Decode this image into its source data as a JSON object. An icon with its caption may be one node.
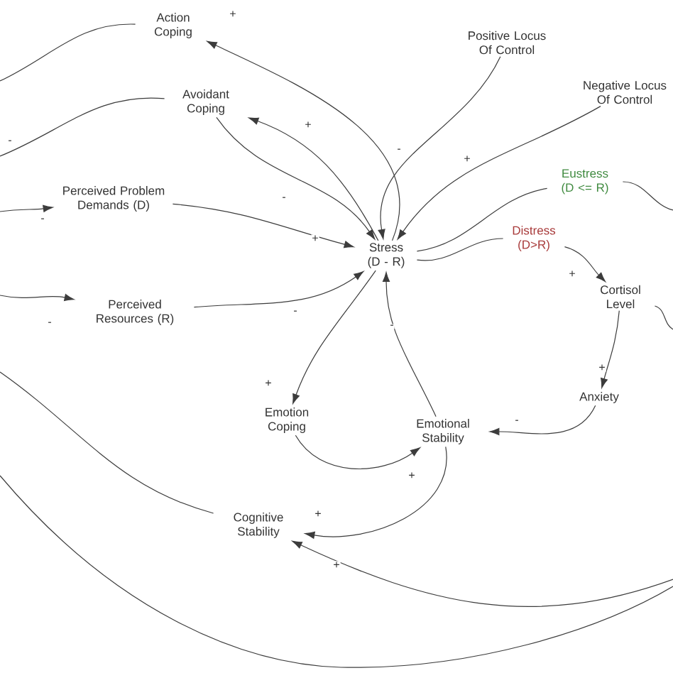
{
  "diagram": {
    "nodes": [
      {
        "text": [
          "Action Coping"
        ]
      },
      {
        "text": [
          "Avoidant Coping"
        ]
      },
      {
        "text": [
          "Positive Locus Of Control"
        ]
      },
      {
        "text": [
          "Negative Locus Of Control"
        ]
      },
      {
        "text": [
          "Perceived Problem Demands (D)"
        ]
      },
      {
        "text": [
          "Eustress (D <= R)"
        ]
      },
      {
        "text": [
          "Stress (D - R)"
        ]
      },
      {
        "text": [
          "Distress (D>R)"
        ]
      },
      {
        "text": [
          "Perceived Resources (R)"
        ]
      },
      {
        "text": [
          "Cortisol Level"
        ]
      },
      {
        "text": [
          "Emotion Coping"
        ]
      },
      {
        "text": [
          "Anxiety"
        ]
      },
      {
        "text": [
          "Emotional Stability"
        ]
      },
      {
        "text": [
          "Cognitive Stability"
        ]
      }
    ],
    "edges": [
      {
        "from": 6,
        "to": 0,
        "arrow": "to",
        "label": "+"
      },
      {
        "from": 6,
        "to": 1,
        "arrow": "to",
        "label": "+"
      },
      {
        "from": 1,
        "to": 6,
        "arrow": "to",
        "label": "-"
      },
      {
        "from": 0,
        "to": null,
        "arrow": "none"
      },
      {
        "from": 1,
        "to": null,
        "arrow": "none",
        "label": "-"
      },
      {
        "from": null,
        "to": 4,
        "arrow": "to",
        "label": "-"
      },
      {
        "from": 4,
        "to": 6,
        "arrow": "to",
        "label": "+"
      },
      {
        "from": null,
        "to": 8,
        "arrow": "to",
        "label": "-"
      },
      {
        "from": 8,
        "to": 6,
        "arrow": "to",
        "label": "-"
      },
      {
        "from": 2,
        "to": 6,
        "arrow": "to",
        "label": "-"
      },
      {
        "from": 3,
        "to": 6,
        "arrow": "to",
        "label": "+"
      },
      {
        "from": 6,
        "to": 5,
        "arrow": "none"
      },
      {
        "from": 5,
        "to": null,
        "arrow": "none"
      },
      {
        "from": 6,
        "to": 7,
        "arrow": "none"
      },
      {
        "from": 7,
        "to": 9,
        "arrow": "to",
        "label": "+"
      },
      {
        "from": 9,
        "to": 11,
        "arrow": "to",
        "label": "+"
      },
      {
        "from": 9,
        "to": null,
        "arrow": "none"
      },
      {
        "from": 6,
        "to": 10,
        "arrow": "to",
        "label": "+"
      },
      {
        "from": 10,
        "to": 12,
        "arrow": "to",
        "label": "+"
      },
      {
        "from": 12,
        "to": 6,
        "arrow": "to",
        "label": "-"
      },
      {
        "from": 11,
        "to": 12,
        "arrow": "to",
        "label": "-"
      },
      {
        "from": 12,
        "to": 13,
        "arrow": "to",
        "label": "+"
      },
      {
        "from": null,
        "to": 13,
        "arrow": "to",
        "label": "+"
      },
      {
        "from": 13,
        "to": null,
        "arrow": "none"
      }
    ]
  }
}
